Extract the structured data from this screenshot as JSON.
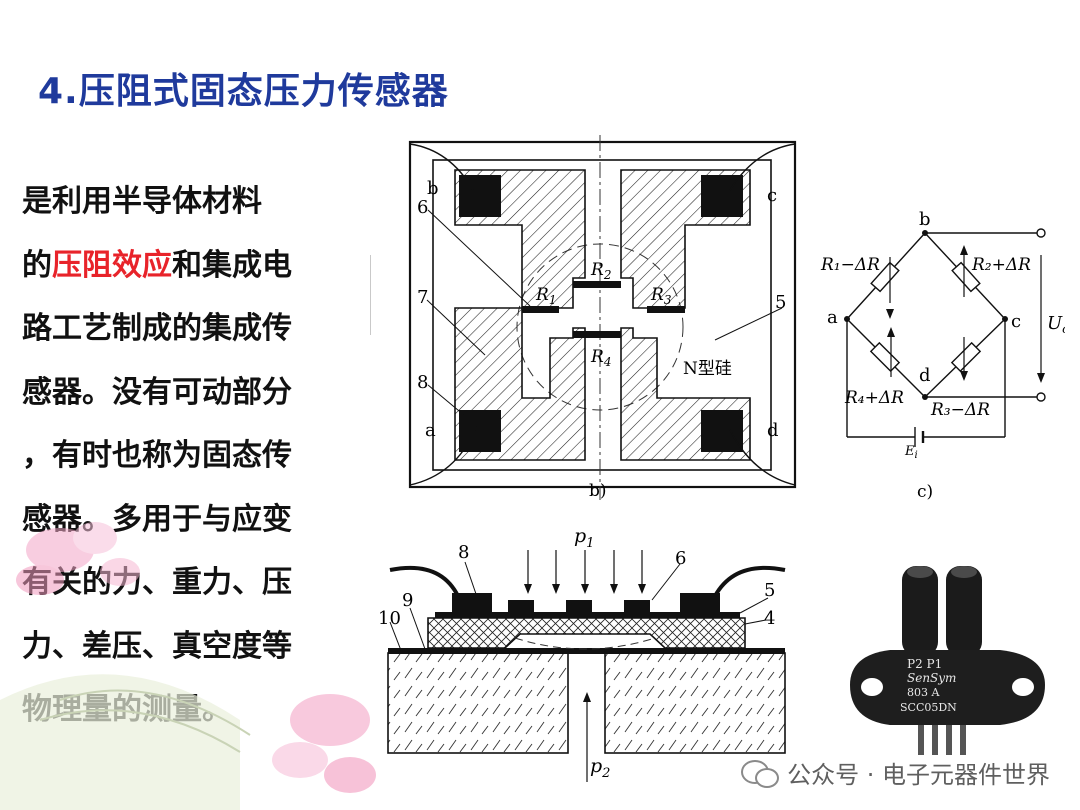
{
  "title": "4.压阻式固态压力传感器",
  "paragraph": {
    "lines": [
      {
        "pre": "是利用半导体材料",
        "hl": "",
        "post": ""
      },
      {
        "pre": "的",
        "hl": "压阻效应",
        "post": "和集成电"
      },
      {
        "pre": "路工艺制成的集成传",
        "hl": "",
        "post": ""
      },
      {
        "pre": "感器。没有可动部分",
        "hl": "",
        "post": ""
      },
      {
        "pre": "，有时也称为固态传",
        "hl": "",
        "post": ""
      },
      {
        "pre": "感器。多用于与应变",
        "hl": "",
        "post": ""
      },
      {
        "pre": "有关的力、重力、压",
        "hl": "",
        "post": ""
      },
      {
        "pre": "力、差压、真空度等",
        "hl": "",
        "post": ""
      },
      {
        "pre": "物理量的测量。",
        "hl": "",
        "post": ""
      }
    ],
    "highlight_color": "#e8232a"
  },
  "chip_diagram": {
    "corner_a": "a",
    "corner_b": "b",
    "corner_c": "c",
    "corner_d": "d",
    "num_5": "5",
    "num_6": "6",
    "num_7": "7",
    "num_8": "8",
    "r1": "R",
    "r1_sub": "1",
    "r2": "R",
    "r2_sub": "2",
    "r3": "R",
    "r3_sub": "3",
    "r4": "R",
    "r4_sub": "4",
    "material": "N型硅",
    "caption": "b)"
  },
  "bridge_diagram": {
    "node_a": "a",
    "node_b": "b",
    "node_c": "c",
    "node_d": "d",
    "label_r1": "R₁−ΔR",
    "label_r2": "R₂+ΔR",
    "label_r3": "R₃−ΔR",
    "label_r4": "R₄+ΔR",
    "output": "U",
    "output_sub": "o",
    "source": "E",
    "source_sub": "i",
    "caption": "c)"
  },
  "section_diagram": {
    "p1": "p",
    "p1_sub": "1",
    "p2": "p",
    "p2_sub": "2",
    "num_4": "4",
    "num_5": "5",
    "num_6": "6",
    "num_8": "8",
    "num_9": "9",
    "num_10": "10"
  },
  "sensor_photo": {
    "line1": "P2   P1",
    "line2": "SenSym",
    "line3": "803   A",
    "line4": "SCC05DN"
  },
  "watermark": {
    "text": "公众号 · 电子元器件世界"
  },
  "colors": {
    "title": "#1f3a9c",
    "highlight": "#e8232a"
  }
}
